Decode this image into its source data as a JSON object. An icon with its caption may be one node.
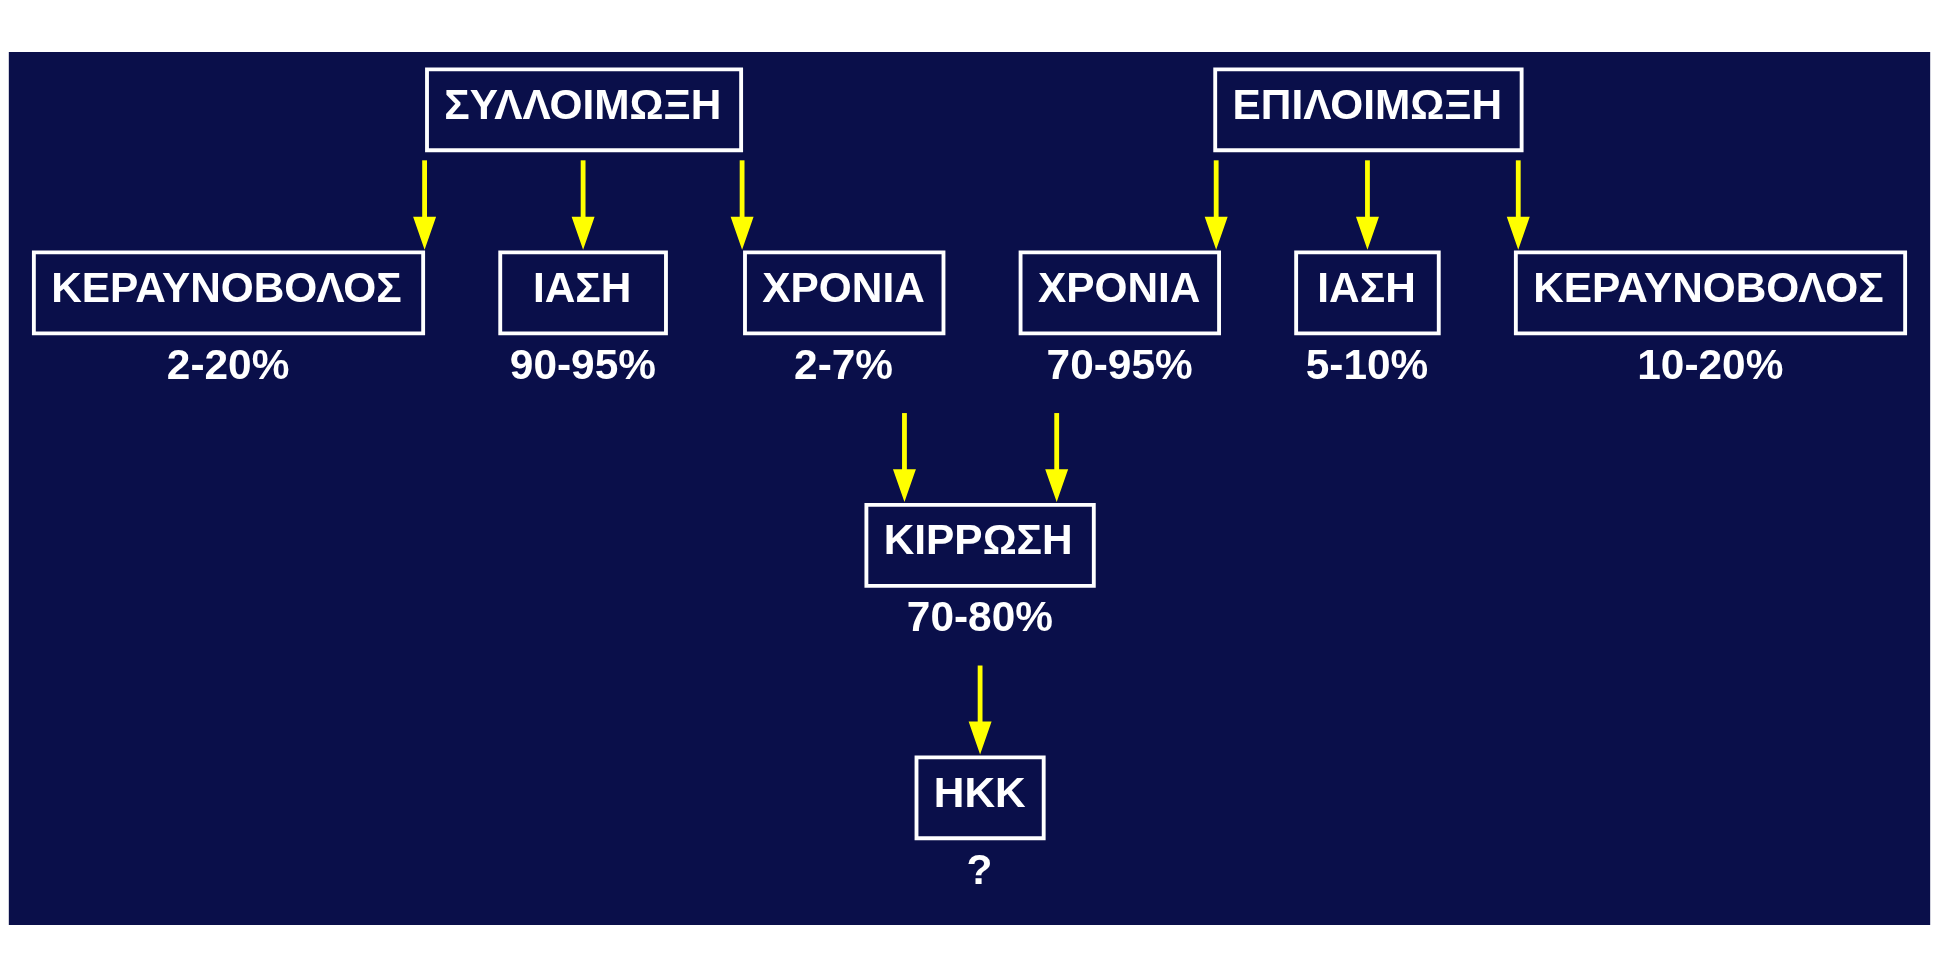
{
  "diagram": {
    "nodes": [
      {
        "text": [
          "ΣΥΛΛΟΙΜΩΞΗ"
        ]
      },
      {
        "text": [
          "ΕΠΙΛΟΙΜΩΞΗ"
        ]
      },
      {
        "text": [
          "ΚΕΡΑΥΝΟΒΟΛΟΣ"
        ],
        "beside": [
          "2-20%"
        ]
      },
      {
        "text": [
          "ΙΑΣΗ"
        ],
        "beside": [
          "90-95%"
        ]
      },
      {
        "text": [
          "ΧΡΟΝΙΑ"
        ],
        "beside": [
          "2-7%"
        ]
      },
      {
        "text": [
          "ΧΡΟΝΙΑ"
        ],
        "beside": [
          "70-95%"
        ]
      },
      {
        "text": [
          "ΙΑΣΗ"
        ],
        "beside": [
          "5-10%"
        ]
      },
      {
        "text": [
          "ΚΕΡΑΥΝΟΒΟΛΟΣ"
        ],
        "beside": [
          "10-20%"
        ]
      },
      {
        "text": [
          "ΚΙΡΡΩΣΗ"
        ],
        "beside": [
          "70-80%"
        ]
      },
      {
        "text": [
          "ΗΚΚ"
        ],
        "beside": [
          "?"
        ]
      }
    ],
    "edges": [
      {
        "from": 0,
        "to": 2,
        "arrow": "to"
      },
      {
        "from": 0,
        "to": 3,
        "arrow": "to"
      },
      {
        "from": 0,
        "to": 4,
        "arrow": "to"
      },
      {
        "from": 1,
        "to": 5,
        "arrow": "to"
      },
      {
        "from": 1,
        "to": 6,
        "arrow": "to"
      },
      {
        "from": 1,
        "to": 7,
        "arrow": "to"
      },
      {
        "from": 4,
        "to": 8,
        "arrow": "to"
      },
      {
        "from": 5,
        "to": 8,
        "arrow": "to"
      },
      {
        "from": 8,
        "to": 9,
        "arrow": "to"
      }
    ]
  }
}
